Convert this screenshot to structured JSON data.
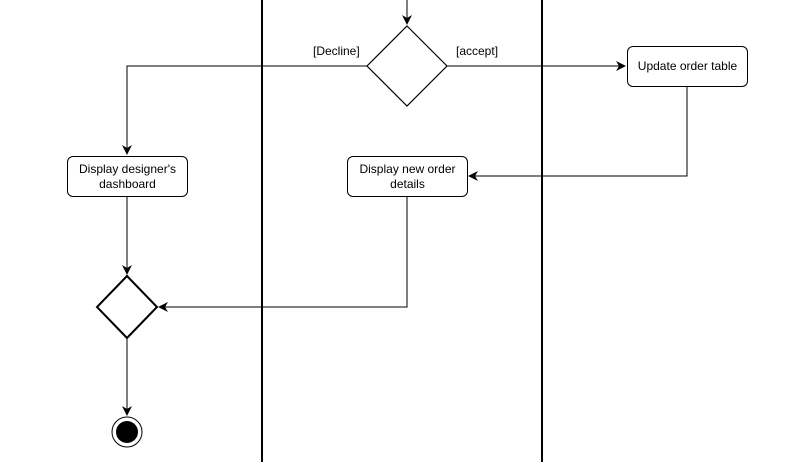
{
  "diagram": {
    "type": "uml-activity-diagram",
    "nodes": {
      "update_order_table": "Update order table",
      "display_new_order_details": "Display new order\ndetails",
      "display_designers_dashboard": "Display designer's\ndashboard"
    },
    "guards": {
      "decline": "[Decline]",
      "accept": "[accept]"
    },
    "colors": {
      "stroke": "#000000",
      "fill": "#ffffff"
    }
  }
}
